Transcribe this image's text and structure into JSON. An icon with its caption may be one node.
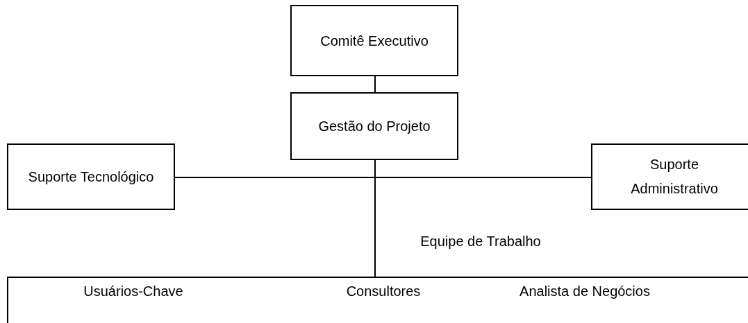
{
  "diagram": {
    "nodes": [
      {
        "text": [
          "Comitê Executivo"
        ]
      },
      {
        "text": [
          "Gestão do Projeto"
        ]
      },
      {
        "text": [
          "Suporte Tecnológico"
        ]
      },
      {
        "text": [
          "Suporte Administrativo"
        ]
      },
      {
        "text": [
          "Equipe de Trabalho",
          "Usuários-Chave",
          "Consultores",
          "Analista de Negócios"
        ]
      }
    ],
    "edges": [
      {
        "from": 0,
        "to": 1,
        "arrow": "none"
      },
      {
        "from": 1,
        "to": 2,
        "arrow": "none"
      },
      {
        "from": 1,
        "to": 3,
        "arrow": "none"
      },
      {
        "from": 1,
        "to": 4,
        "arrow": "none"
      }
    ]
  }
}
